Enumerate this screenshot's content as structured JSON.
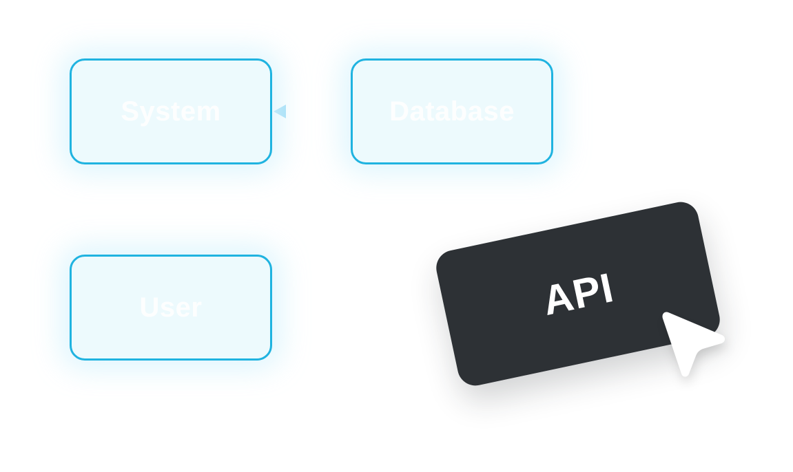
{
  "nodes": {
    "system": {
      "label": "System"
    },
    "database": {
      "label": "Database"
    },
    "user": {
      "label": "User"
    }
  },
  "dragged_node": {
    "label": "API"
  },
  "edges": [
    {
      "from": "database",
      "to": "system"
    }
  ],
  "colors": {
    "node_border": "#1fb3e0",
    "node_fill": "#ecfafd",
    "node_label": "#ffffff",
    "connector": "#63cdf1",
    "dragged_fill": "#2d3135",
    "dragged_label": "#ffffff",
    "cursor_fill": "#ffffff"
  },
  "cursor": {
    "icon": "pointer-cursor-icon"
  }
}
